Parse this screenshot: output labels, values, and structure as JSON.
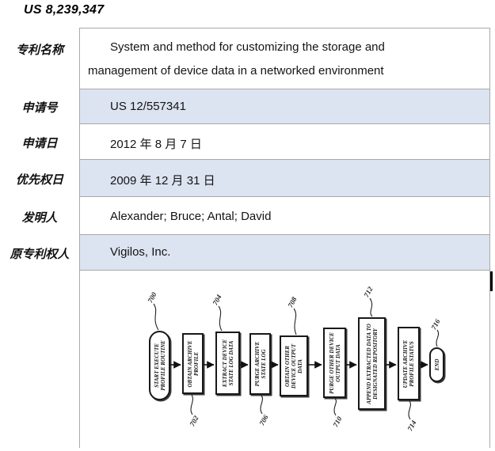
{
  "page": {
    "patent_number": "US 8,239,347"
  },
  "colors": {
    "alt_row_bg": "#dce3f1",
    "table_border": "#a9a9a9"
  },
  "table": {
    "rows": [
      {
        "label": "专利名称",
        "value": "System and method for customizing the storage and management of device data in a networked environment"
      },
      {
        "label": "申请号",
        "value": "US 12/557341"
      },
      {
        "label": "申请日",
        "value": "2012 年 8 月 7 日"
      },
      {
        "label": "优先权日",
        "value": "2009 年 12 月 31 日"
      },
      {
        "label": "发明人",
        "value": "Alexander; Bruce; Antal; David"
      },
      {
        "label": "原专利权人",
        "value": "Vigilos, Inc."
      }
    ]
  },
  "figure": {
    "nodes": [
      {
        "ref": "700",
        "label": "START EXECUTE PROFILE ROUTINE",
        "shape": "stadium"
      },
      {
        "ref": "702",
        "label": "OBTAIN ARCHIVE PROFILE",
        "shape": "rect"
      },
      {
        "ref": "704",
        "label": "EXTRACT DEVICE STATE LOG DATA",
        "shape": "rect"
      },
      {
        "ref": "706",
        "label": "PURGE ARCHIVE STATE LOG",
        "shape": "rect"
      },
      {
        "ref": "708",
        "label": "OBTAIN OTHER DEVICE OUTPUT DATA",
        "shape": "rect"
      },
      {
        "ref": "710",
        "label": "PURGE OTHER DEVICE OUTPUT DATA",
        "shape": "rect"
      },
      {
        "ref": "712",
        "label": "APPEND EXTRACTED DATA TO DESIGNATED REPOSITORY",
        "shape": "rect"
      },
      {
        "ref": "714",
        "label": "UPDATE ARCHIVE PROFILE STATUS",
        "shape": "rect"
      },
      {
        "ref": "716",
        "label": "END",
        "shape": "stadium"
      }
    ]
  }
}
